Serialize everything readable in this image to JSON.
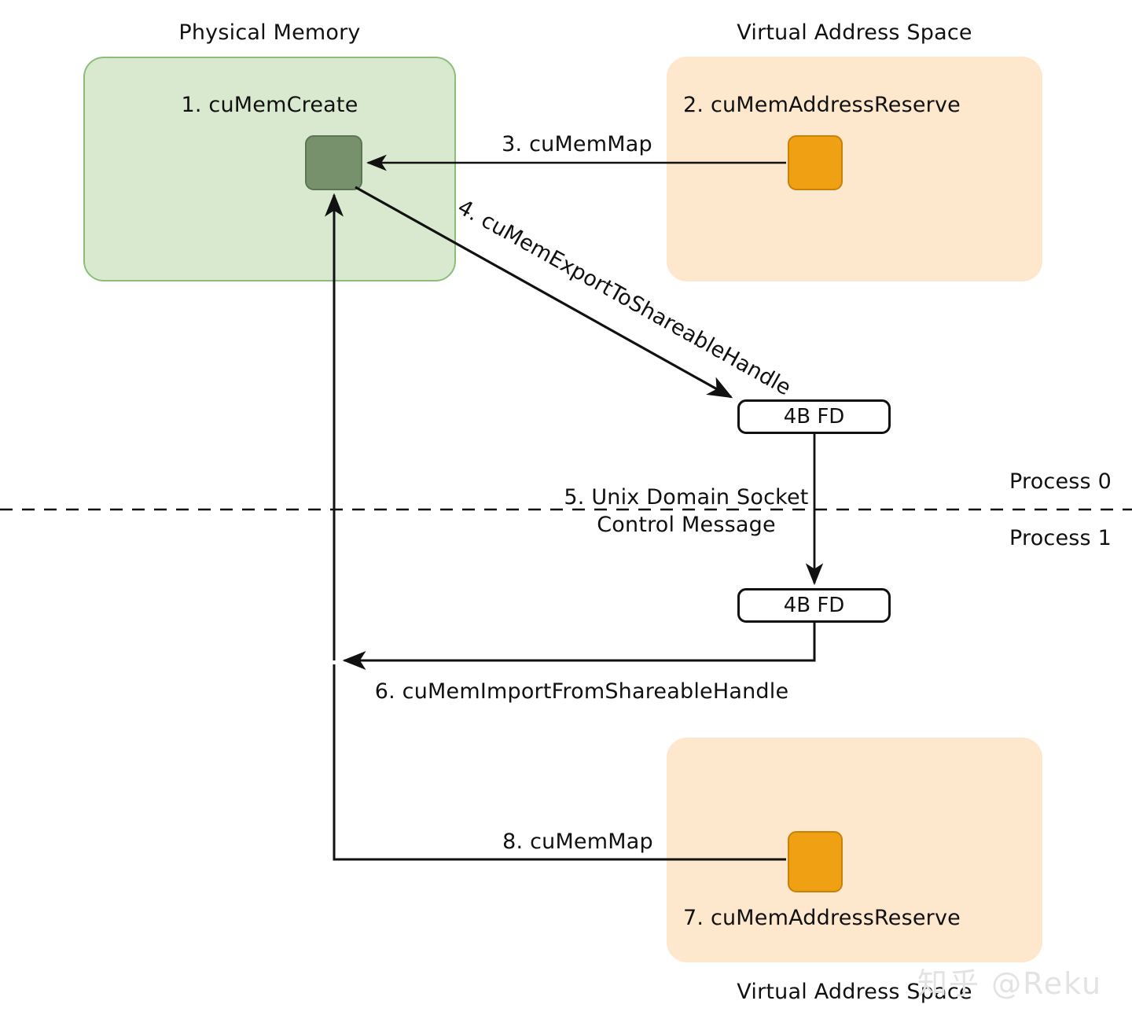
{
  "diagram": {
    "title_physical_memory": "Physical Memory",
    "title_virtual_address_space_top": "Virtual Address Space",
    "title_virtual_address_space_bottom": "Virtual Address Space",
    "process_top_label": "Process 0",
    "process_bottom_label": "Process 1",
    "watermark": "知乎 @Reku"
  },
  "steps": {
    "step1": "1. cuMemCreate",
    "step2": "2. cuMemAddressReserve",
    "step3": "3. cuMemMap",
    "step4": "4. cuMemExportToShareableHandle",
    "step5_line1": "5. Unix Domain Socket",
    "step5_line2": "Control Message",
    "step6": "6. cuMemImportFromShareableHandle",
    "step7": "7. cuMemAddressReserve",
    "step8": "8. cuMemMap"
  },
  "nodes": {
    "fd_top": "4B FD",
    "fd_bottom": "4B FD"
  },
  "colors": {
    "physical_memory_fill": "#d9e9cf",
    "physical_memory_border": "#8cbd7c",
    "virtual_space_fill": "#fde7cd",
    "virtual_space_border": "#dda81f",
    "physical_chip_fill": "#76916b",
    "physical_chip_border": "#5c7553",
    "virtual_chip_fill": "#f0a013",
    "virtual_chip_border": "#c8820a",
    "stroke": "#111111",
    "watermark": "#e3e3e3"
  }
}
